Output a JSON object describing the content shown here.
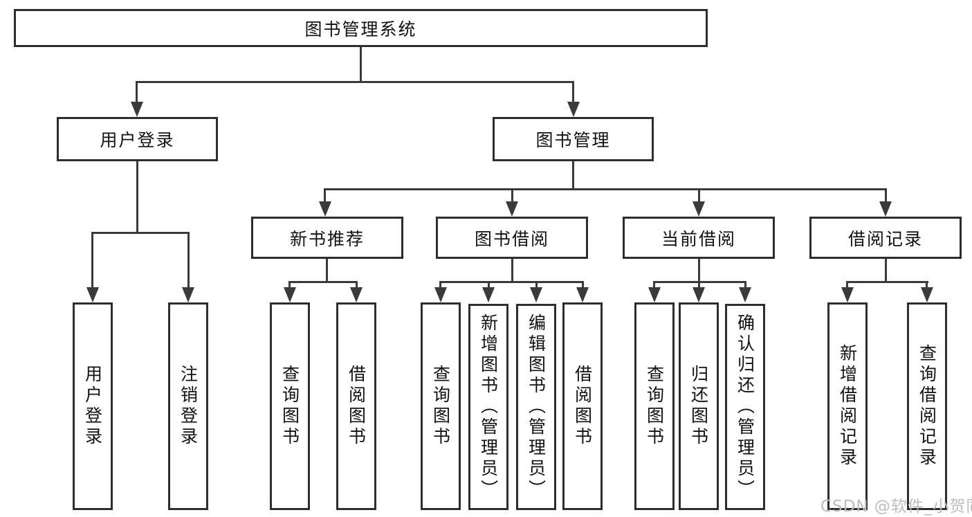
{
  "diagram": {
    "title": "图书管理系统",
    "level2": {
      "user_login": "用户登录",
      "book_mgmt": "图书管理"
    },
    "level3": {
      "new_book_rec": "新书推荐",
      "book_borrow": "图书借阅",
      "current_borrow": "当前借阅",
      "borrow_records": "借阅记录"
    },
    "leaves": {
      "user_login_children": {
        "login": "用户登录",
        "logout": "注销登录"
      },
      "new_book_rec_children": {
        "query": "查询图书",
        "borrow": "借阅图书"
      },
      "book_borrow_children": {
        "query": "查询图书",
        "add": "新增图书（管理员）",
        "edit": "编辑图书（管理员）",
        "borrow": "借阅图书"
      },
      "current_borrow_children": {
        "query": "查询图书",
        "return": "归还图书",
        "confirm": "确认归还（管理员）"
      },
      "borrow_records_children": {
        "add": "新增借阅记录",
        "query": "查询借阅记录"
      }
    }
  },
  "watermark": "CSDN @软件_小贺同学",
  "colors": {
    "line": "#3a3a3a",
    "box_border": "#2d2d2d",
    "text": "#111111",
    "watermark": "#bcbcbc",
    "background": "#ffffff"
  }
}
